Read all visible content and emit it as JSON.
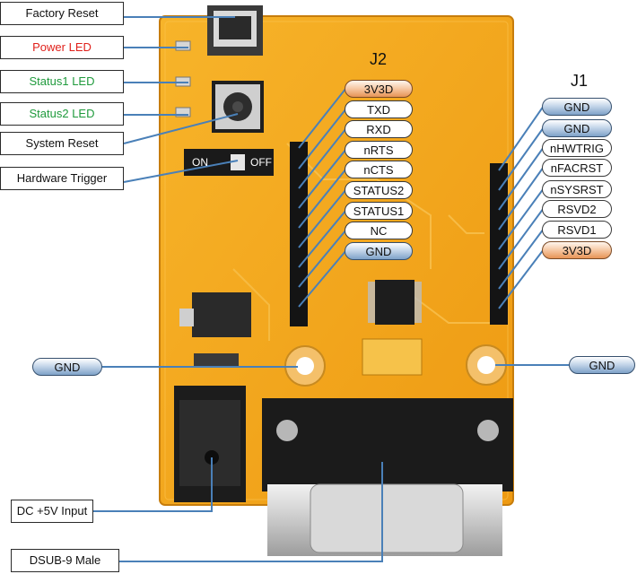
{
  "left_labels": {
    "factory_reset": "Factory Reset",
    "power_led": "Power LED",
    "status1_led": "Status1 LED",
    "status2_led": "Status2 LED",
    "system_reset": "System Reset",
    "hardware_trigger": "Hardware Trigger",
    "dc_input": "DC +5V Input",
    "dsub": "DSUB-9 Male"
  },
  "headers": {
    "j2": "J2",
    "j1": "J1"
  },
  "j2_pins": [
    "3V3D",
    "TXD",
    "RXD",
    "nRTS",
    "nCTS",
    "STATUS2",
    "STATUS1",
    "NC",
    "GND"
  ],
  "j1_pins": [
    "GND",
    "GND",
    "nHWTRIG",
    "nFACRST",
    "nSYSRST",
    "RSVD2",
    "RSVD1",
    "3V3D"
  ],
  "mount_holes": {
    "left": "GND",
    "right": "GND"
  },
  "switch": {
    "on": "ON",
    "off": "OFF"
  },
  "colors": {
    "board": "#f3a418",
    "label_red": "#e0211b",
    "label_green": "#1f9a3c",
    "leader_line": "#4a80b8",
    "pill_blue": "#7ea2c8",
    "pill_orange": "#e79456"
  }
}
